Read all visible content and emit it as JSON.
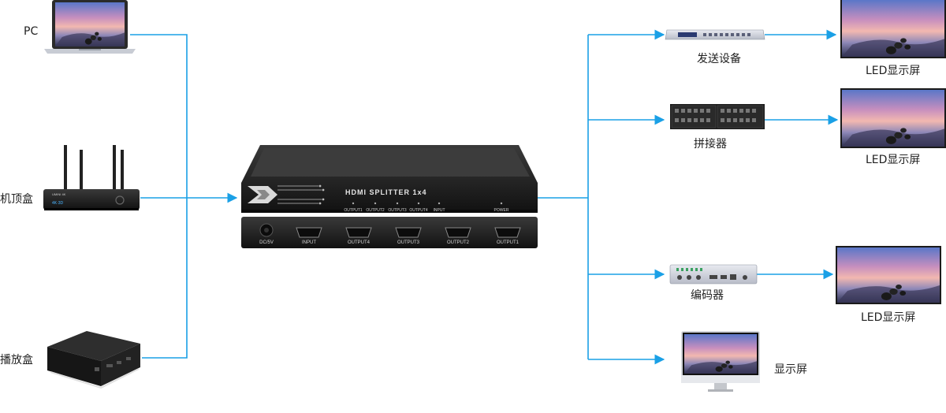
{
  "sources": {
    "pc": "PC",
    "stb": "机顶盒",
    "player": "播放盒"
  },
  "splitter": {
    "title": "HDMI SPLITTER  1x4",
    "front_ports": [
      "OUTPUT1",
      "OUTPUT2",
      "OUTPUT3",
      "OUTPUT4",
      "INPUT"
    ],
    "power": "POWER",
    "rear_ports": [
      "INPUT",
      "OUTPUT4",
      "OUTPUT3",
      "OUTPUT2",
      "OUTPUT1"
    ],
    "dc": "DC/5V"
  },
  "router_labels": {
    "brand": "UMINI 4K",
    "badge": "4K·3D"
  },
  "devices": {
    "sender": "发送设备",
    "splicer": "拼接器",
    "encoder": "编码器",
    "monitor": "显示屏"
  },
  "screens": {
    "led1": "LED显示屏",
    "led2": "LED显示屏",
    "led3": "LED显示屏"
  },
  "colors": {
    "line": "#1aa0e6",
    "device": "#1f1f1f"
  }
}
